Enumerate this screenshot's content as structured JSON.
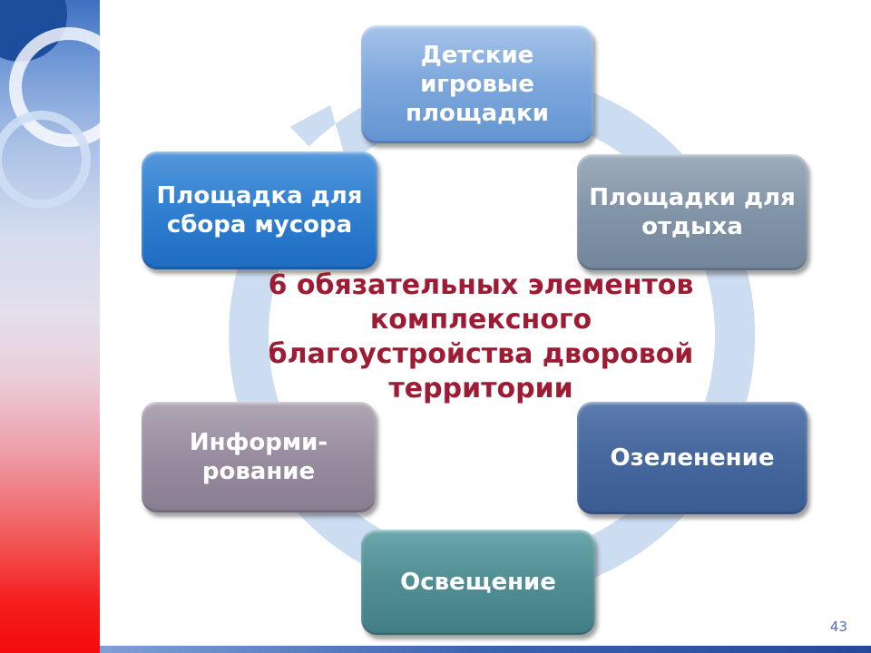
{
  "slide": {
    "page_number": "43",
    "accent_colors": {
      "sidebar_top": "#3e6fc0",
      "sidebar_bottom": "#f40b0b",
      "bottom_bar_left": "#7f9fd6",
      "bottom_bar_right": "#24499c",
      "ring": "#ccdcf1",
      "title": "#9e1b34"
    }
  },
  "diagram": {
    "title_lines": [
      "6 обязательных элементов",
      "комплексного",
      "благоустройства дворовой",
      "территории"
    ],
    "nodes": [
      {
        "name": "children-playgrounds",
        "lines": [
          "Детские",
          "игровые",
          "площадки"
        ],
        "color": "#7fa9dd"
      },
      {
        "name": "rest-areas",
        "lines": [
          "Площадки для",
          "отдыха"
        ],
        "color": "#8496a9"
      },
      {
        "name": "greening",
        "lines": [
          "Озеленение"
        ],
        "color": "#48699f"
      },
      {
        "name": "lighting",
        "lines": [
          "Освещение"
        ],
        "color": "#529096"
      },
      {
        "name": "informing",
        "lines": [
          "Информи-",
          "рование"
        ],
        "color": "#998fa1"
      },
      {
        "name": "garbage-collection-area",
        "lines": [
          "Площадка для",
          "сбора мусора"
        ],
        "color": "#3381d1"
      }
    ]
  }
}
